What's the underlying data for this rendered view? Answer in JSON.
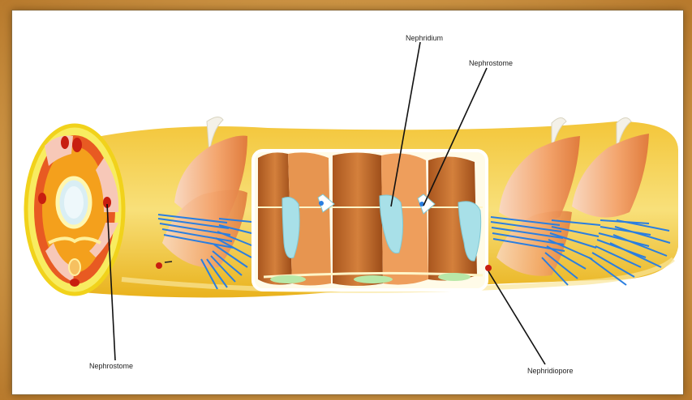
{
  "labels": {
    "nephridium": "Nephridium",
    "nephrostome_top": "Nephrostome",
    "nephrostome_left": "Nephrostome",
    "nephridiopore": "Nephridiopore"
  },
  "colors": {
    "body_yellow": "#f6cc2c",
    "septum_orange": "#f0a060",
    "muscle_brown": "#c06a28",
    "nerve_blue": "#2a7ee0",
    "nephridium_cyan": "#a8e0e8",
    "vessel_green": "#b8e8a8",
    "pore_red": "#c81e10"
  }
}
